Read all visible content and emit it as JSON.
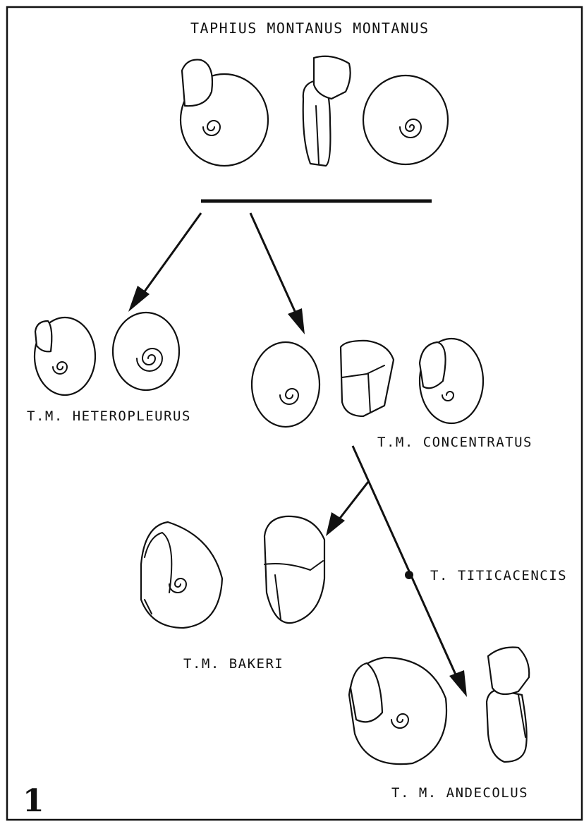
{
  "figure_number": "1",
  "root": {
    "label": "TAPHIUS MONTANUS MONTANUS"
  },
  "branches": [
    {
      "label": "T.M. HETEROPLEURUS"
    },
    {
      "label": "T.M. CONCENTRATUS"
    },
    {
      "label": "T.M. BAKERI"
    },
    {
      "label": "T. TITICACENCIS"
    },
    {
      "label": "T. M. ANDECOLUS"
    }
  ]
}
